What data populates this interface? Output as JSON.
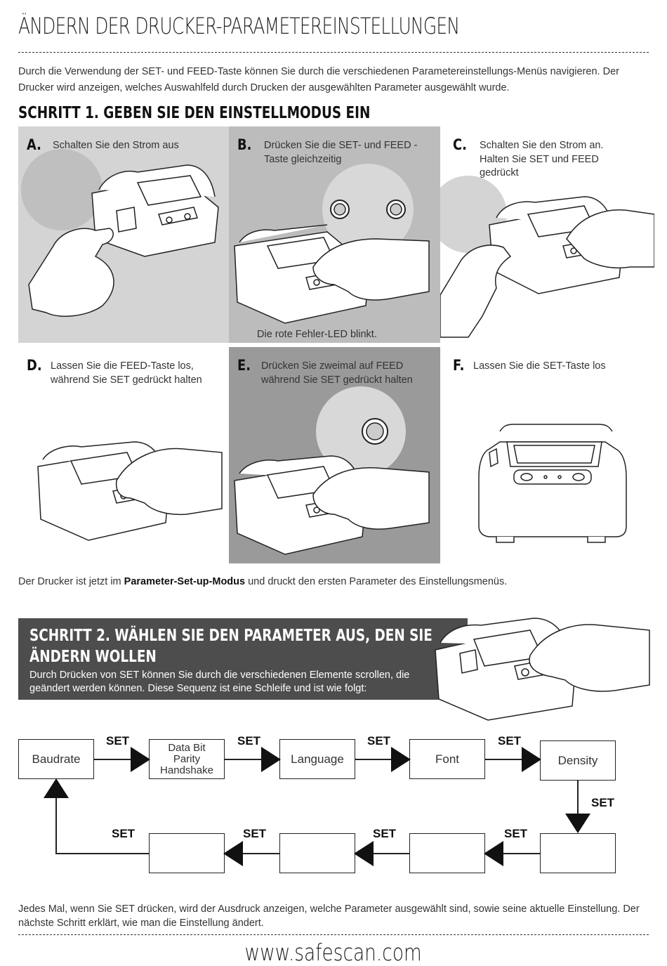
{
  "header": {
    "title": "ÄNDERN DER DRUCKER-PARAMETEREINSTELLUNGEN",
    "intro": "Durch die Verwendung der SET- und FEED-Taste können Sie durch die verschiedenen Parametereinstellungs-Menüs navigieren. Der Drucker wird anzeigen, welches Auswahlfeld durch Drucken der ausgewählten Parameter ausgewählt wurde."
  },
  "step1": {
    "heading": "SCHRITT 1. GEBEN SIE DEN EINSTELLMODUS EIN",
    "panels": [
      {
        "letter": "A.",
        "text": "Schalten Sie den Strom aus",
        "bg": "#d4d4d4"
      },
      {
        "letter": "B.",
        "text": "Drücken Sie die SET- und FEED -Taste gleichzeitig",
        "caption": "Die rote Fehler-LED blinkt.",
        "bg": "#bcbcbc"
      },
      {
        "letter": "C.",
        "text": "Schalten Sie den Strom an. Halten Sie SET und FEED gedrückt",
        "bg": "#ffffff"
      },
      {
        "letter": "D.",
        "text": "Lassen Sie die FEED-Taste los, während Sie SET gedrückt halten",
        "bg": "#ffffff"
      },
      {
        "letter": "E.",
        "text": "Drücken Sie zweimal auf  FEED während Sie SET gedrückt halten",
        "bg": "#9a9a9a"
      },
      {
        "letter": "F.",
        "text": "Lassen Sie die SET-Taste los",
        "bg": "#ffffff"
      }
    ],
    "note_prefix": "Der Drucker ist jetzt im ",
    "note_bold": "Parameter-Set-up-Modus",
    "note_suffix": " und druckt  den ersten Parameter des Einstellungsmenüs."
  },
  "step2": {
    "heading_line1": "SCHRITT 2. WÄHLEN SIE DEN PARAMETER AUS, DEN SIE",
    "heading_line2": "ÄNDERN WOLLEN",
    "description": "Durch Drücken von SET können Sie durch die verschiedenen Elemente scrollen, die geändert werden können. Diese Sequenz ist eine Schleife und ist wie folgt:"
  },
  "flow": {
    "set_label": "SET",
    "top_boxes": [
      "Baudrate",
      "Data Bit\nParity\nHandshake",
      "Language",
      "Font",
      "Density"
    ],
    "bottom_boxes": [
      "",
      "",
      "",
      "",
      ""
    ]
  },
  "footer": {
    "text": "Jedes Mal, wenn Sie SET drücken, wird der Ausdruck anzeigen, welche Parameter ausgewählt sind, sowie seine aktuelle Einstellung. Der nächste Schritt erklärt, wie man die Einstellung ändert.",
    "url": "www.safescan.com"
  }
}
